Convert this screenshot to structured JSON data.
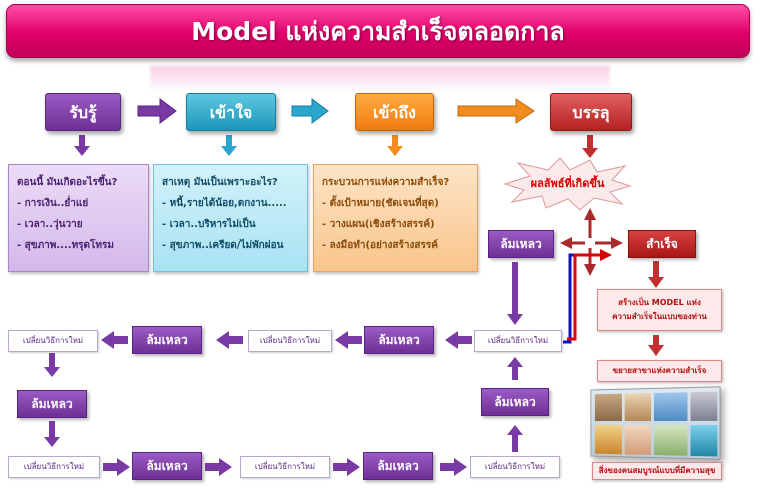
{
  "title": "Model แห่งความสำเร็จตลอดกาล",
  "stages": [
    "รับรู้",
    "เข้าใจ",
    "เข้าถึง",
    "บรรลุ"
  ],
  "box1": {
    "heading": "ตอนนี้ มันเกิดอะไรขึ้น?",
    "items": [
      "- การเงิน..ย่ำแย่",
      "- เวลา..วุ่นวาย",
      "- สุขภาพ....ทรุดโทรม"
    ]
  },
  "box2": {
    "heading": "สาเหตุ มันเป็นเพราะอะไร?",
    "items": [
      "- หนี้,รายได้น้อย,ตกงาน.....",
      "- เวลา..บริหารไม่เป็น",
      "- สุขภาพ..เครียด/ไม่พักผ่อน"
    ]
  },
  "box3": {
    "heading": "กระบวนการแห่งความสำเร็จ?",
    "items": [
      "- ตั้งเป้าหมาย(ชัดเจนที่สุด)",
      "- วางแผน(เชิงสร้างสรรค์)",
      "- ลงมือทำ(อย่างสร้างสรรค์"
    ]
  },
  "result": "ผลลัพธ์ที่เกิดขึ้น",
  "fail": "ล้มเหลว",
  "success": "สำเร็จ",
  "change": "เปลี่ยนวิธีการใหม่",
  "model_box": {
    "line1": "สร้างเป็น MODEL แห่ง",
    "line2": "ความสำเร็จในแบบของท่าน"
  },
  "expand": "ขยายสาขาแห่งความสำเร็จ",
  "footer": "สิ่งของคนสมบูรณ์แบบที่มีความสุข",
  "colors": {
    "title": "#e0006a",
    "stage1": "#7a3aa6",
    "stage2": "#2aa7cc",
    "stage3": "#f28c1e",
    "stage4": "#c03030",
    "fail": "#7a3aa6",
    "success": "#c02020",
    "accent_red": "#e00000",
    "accent_blue": "#1010c0"
  }
}
